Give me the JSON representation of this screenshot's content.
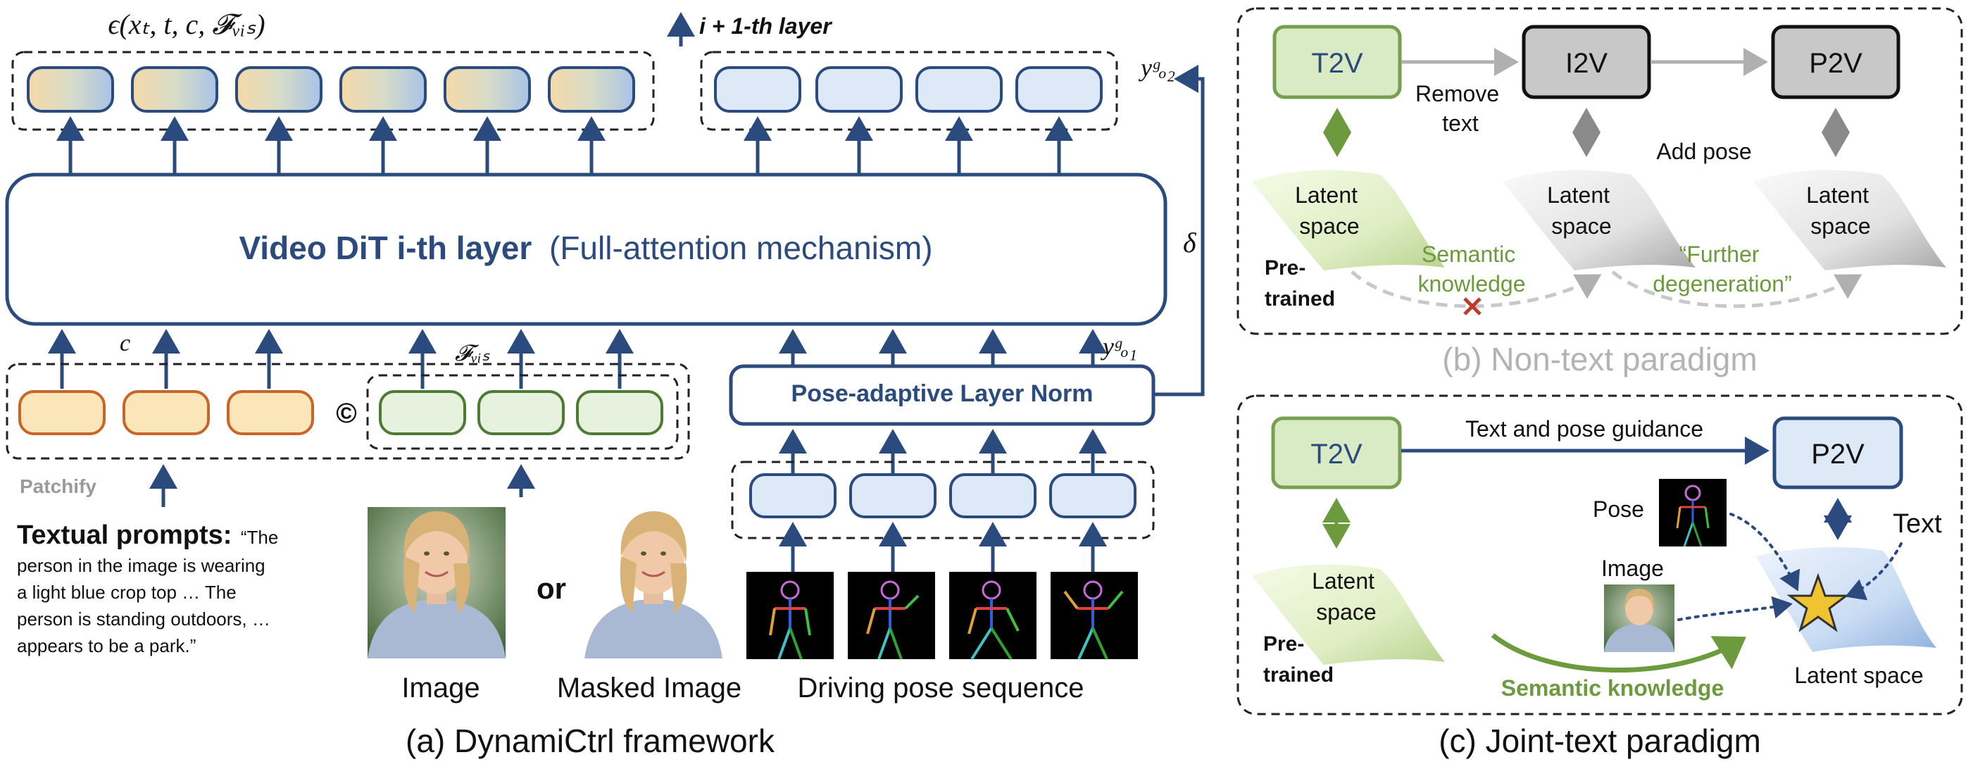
{
  "panel_a": {
    "caption": "(a) DynamiCtrl framework",
    "output_label": "ϵ(xₜ, t, c, 𝓕ᵥᵢₛ)",
    "next_layer_label": "i + 1-th layer",
    "y_o2_label": "yᵍₒ₂",
    "y_o1_label": "yᵍₒ₁",
    "delta_label": "δ",
    "dit_title": "Video DiT i-th layer",
    "dit_subtitle": "(Full-attention mechanism)",
    "c_label": "c",
    "fvis_label": "𝓕ᵥᵢₛ",
    "concat_symbol": "©",
    "patchify_label": "Patchify",
    "panorm_label": "Pose-adaptive Layer Norm",
    "textual_prompt_title": "Textual prompts:",
    "textual_prompt_lines": [
      "“The",
      "person in the image is wearing",
      "a light blue crop top … The",
      "person is standing outdoors, …",
      "appears to be a park.”"
    ],
    "or_label": "or",
    "image_label": "Image",
    "masked_image_label": "Masked Image",
    "driving_pose_label": "Driving pose sequence"
  },
  "panel_b": {
    "caption": "(b) Non-text paradigm",
    "t2v_label": "T2V",
    "i2v_label": "I2V",
    "p2v_label": "P2V",
    "remove_text_line1": "Remove",
    "remove_text_line2": "text",
    "add_pose_label": "Add pose",
    "latent_line1": "Latent",
    "latent_line2": "space",
    "pretrained_line1": "Pre-",
    "pretrained_line2": "trained",
    "semantic_line1": "Semantic",
    "semantic_line2": "knowledge",
    "further_line1": "“Further",
    "further_line2": "degeneration”"
  },
  "panel_c": {
    "caption": "(c) Joint-text paradigm",
    "t2v_label": "T2V",
    "p2v_label": "P2V",
    "guidance_label": "Text and pose guidance",
    "pose_label": "Pose",
    "text_label": "Text",
    "image_label": "Image",
    "latent_line1": "Latent",
    "latent_line2": "space",
    "pretrained_line1": "Pre-",
    "pretrained_line2": "trained",
    "semantic_knowledge_label": "Semantic knowledge",
    "latent_space_label": "Latent space"
  },
  "colors": {
    "navy": "#2b4a7e",
    "token_orange": "#fbe6b9",
    "token_orange_border": "#c8662a",
    "token_green": "#e6f2dd",
    "token_green_border": "#4e7a34",
    "token_blue": "#dde9f7",
    "t2v_fill": "#d9ebc4",
    "t2v_border": "#76a04f",
    "gray_box": "#c8c8c8",
    "semantic_green": "#6e9a3e",
    "cross_red": "#c0392b",
    "star": "#f0c330",
    "caption_gray": "#b3b3b3"
  }
}
